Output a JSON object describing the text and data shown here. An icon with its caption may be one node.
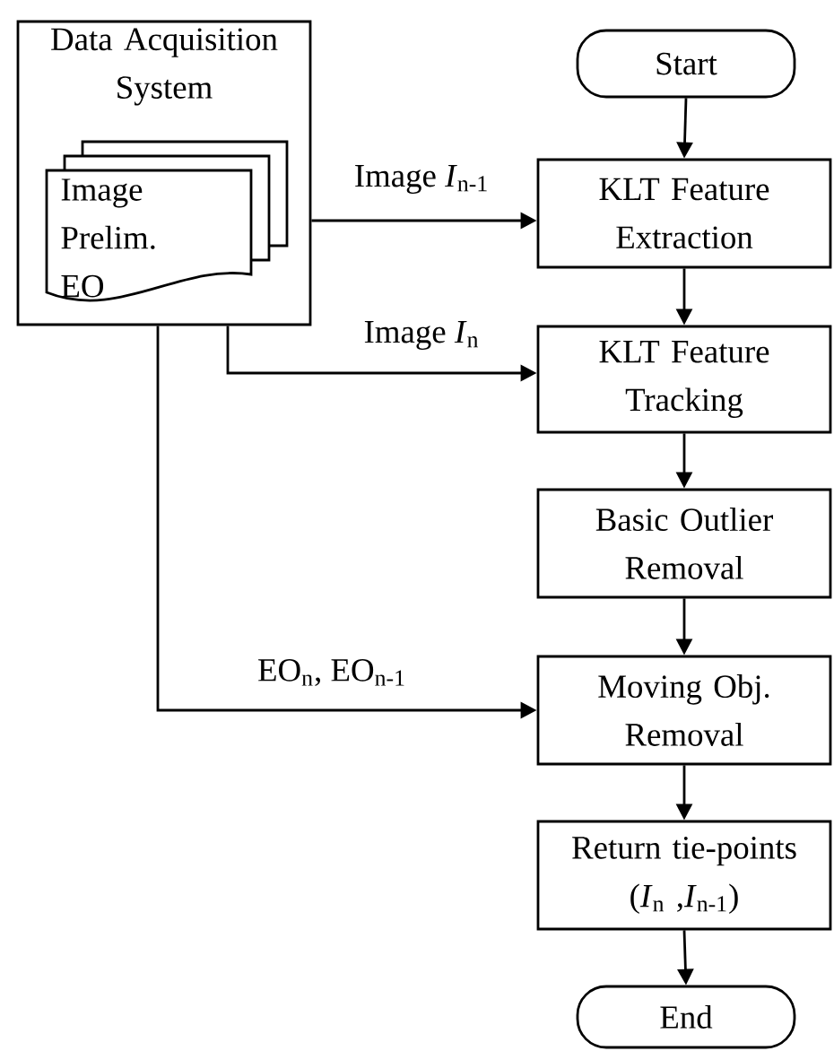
{
  "diagram": {
    "nodes": [
      {
        "text": [
          "Data Acquisition System"
        ]
      },
      {
        "text": [
          "Image Prelim. EO"
        ],
        "in": 0
      },
      {
        "text": [
          "Start"
        ]
      },
      {
        "text": [
          "KLT Feature Extraction"
        ]
      },
      {
        "text": [
          "KLT Feature Tracking"
        ]
      },
      {
        "text": [
          "Basic Outlier Removal"
        ]
      },
      {
        "text": [
          "Moving Obj. Removal"
        ]
      },
      {
        "text": [
          "Return tie-points",
          "(*I*$_{n}$ ,*I*$_{n-1}$)"
        ]
      },
      {
        "text": [
          "End"
        ]
      }
    ],
    "edges": [
      {
        "from": 2,
        "to": 3,
        "arrow": "to"
      },
      {
        "from": 3,
        "to": 4,
        "arrow": "to"
      },
      {
        "from": 4,
        "to": 5,
        "arrow": "to"
      },
      {
        "from": 5,
        "to": 6,
        "arrow": "to"
      },
      {
        "from": 6,
        "to": 7,
        "arrow": "to"
      },
      {
        "from": 7,
        "to": 8,
        "arrow": "to"
      },
      {
        "from": 0,
        "to": 3,
        "arrow": "to",
        "label": "Image *I*$_{n-1}$"
      },
      {
        "from": 0,
        "to": 4,
        "arrow": "to",
        "label": "Image *I*$_{n}$"
      },
      {
        "from": 0,
        "to": 6,
        "arrow": "to",
        "label": "EO$_{n}$, EO$_{n-1}$"
      }
    ]
  }
}
